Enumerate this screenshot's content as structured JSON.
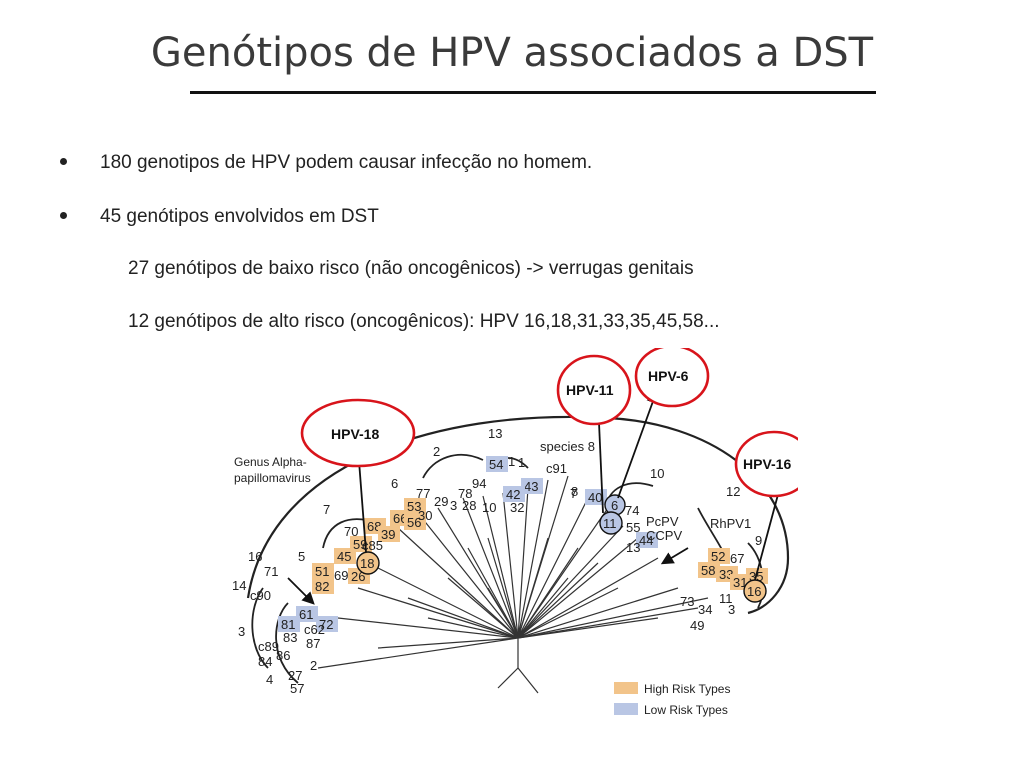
{
  "slide": {
    "title": "Genótipos de HPV associados a DST",
    "bullets": [
      "180 genotipos de HPV podem causar infecção no homem.",
      "45 genótipos envolvidos em DST"
    ],
    "subitems": [
      "27 genótipos de baixo risco (não oncogênicos) -> verrugas genitais",
      "12 genótipos de alto risco (oncogênicos): HPV 16,18,31,33,35,45,58..."
    ]
  },
  "diagram": {
    "genus_label": [
      "Genus Alpha-",
      "papillomavirus"
    ],
    "species_label": "species 8",
    "callouts": [
      "HPV-11",
      "HPV-6",
      "HPV-18",
      "HPV-16"
    ],
    "legend": {
      "high": "High Risk Types",
      "low": "Low Risk Types"
    },
    "colors": {
      "high": "#f2c48a",
      "low": "#b9c6e4",
      "callout_ring": "#d8141b"
    },
    "species_numbers": [
      "2",
      "13",
      "6",
      "7",
      "5",
      "16",
      "14",
      "3",
      "4",
      "10",
      "12",
      "9",
      "11",
      "1",
      "8"
    ],
    "high_risk_types": [
      "51",
      "82",
      "45",
      "59",
      "68",
      "70",
      "39",
      "26",
      "69",
      "66",
      "53",
      "56",
      "30",
      "18",
      "52",
      "58",
      "33",
      "31",
      "35",
      "16"
    ],
    "low_risk_types": [
      "54",
      "43",
      "42",
      "40",
      "6",
      "11",
      "44",
      "61",
      "81",
      "72"
    ],
    "other_types": [
      "77",
      "29",
      "3",
      "28",
      "10",
      "78",
      "94",
      "32",
      "c91",
      "74",
      "55",
      "13",
      "PcPV",
      "CCPV",
      "RhPV1",
      "67",
      "73",
      "34",
      "3",
      "49",
      "c85",
      "c90",
      "71",
      "83",
      "c62",
      "87",
      "c89",
      "86",
      "84",
      "2",
      "27",
      "57",
      "1",
      "7"
    ]
  }
}
